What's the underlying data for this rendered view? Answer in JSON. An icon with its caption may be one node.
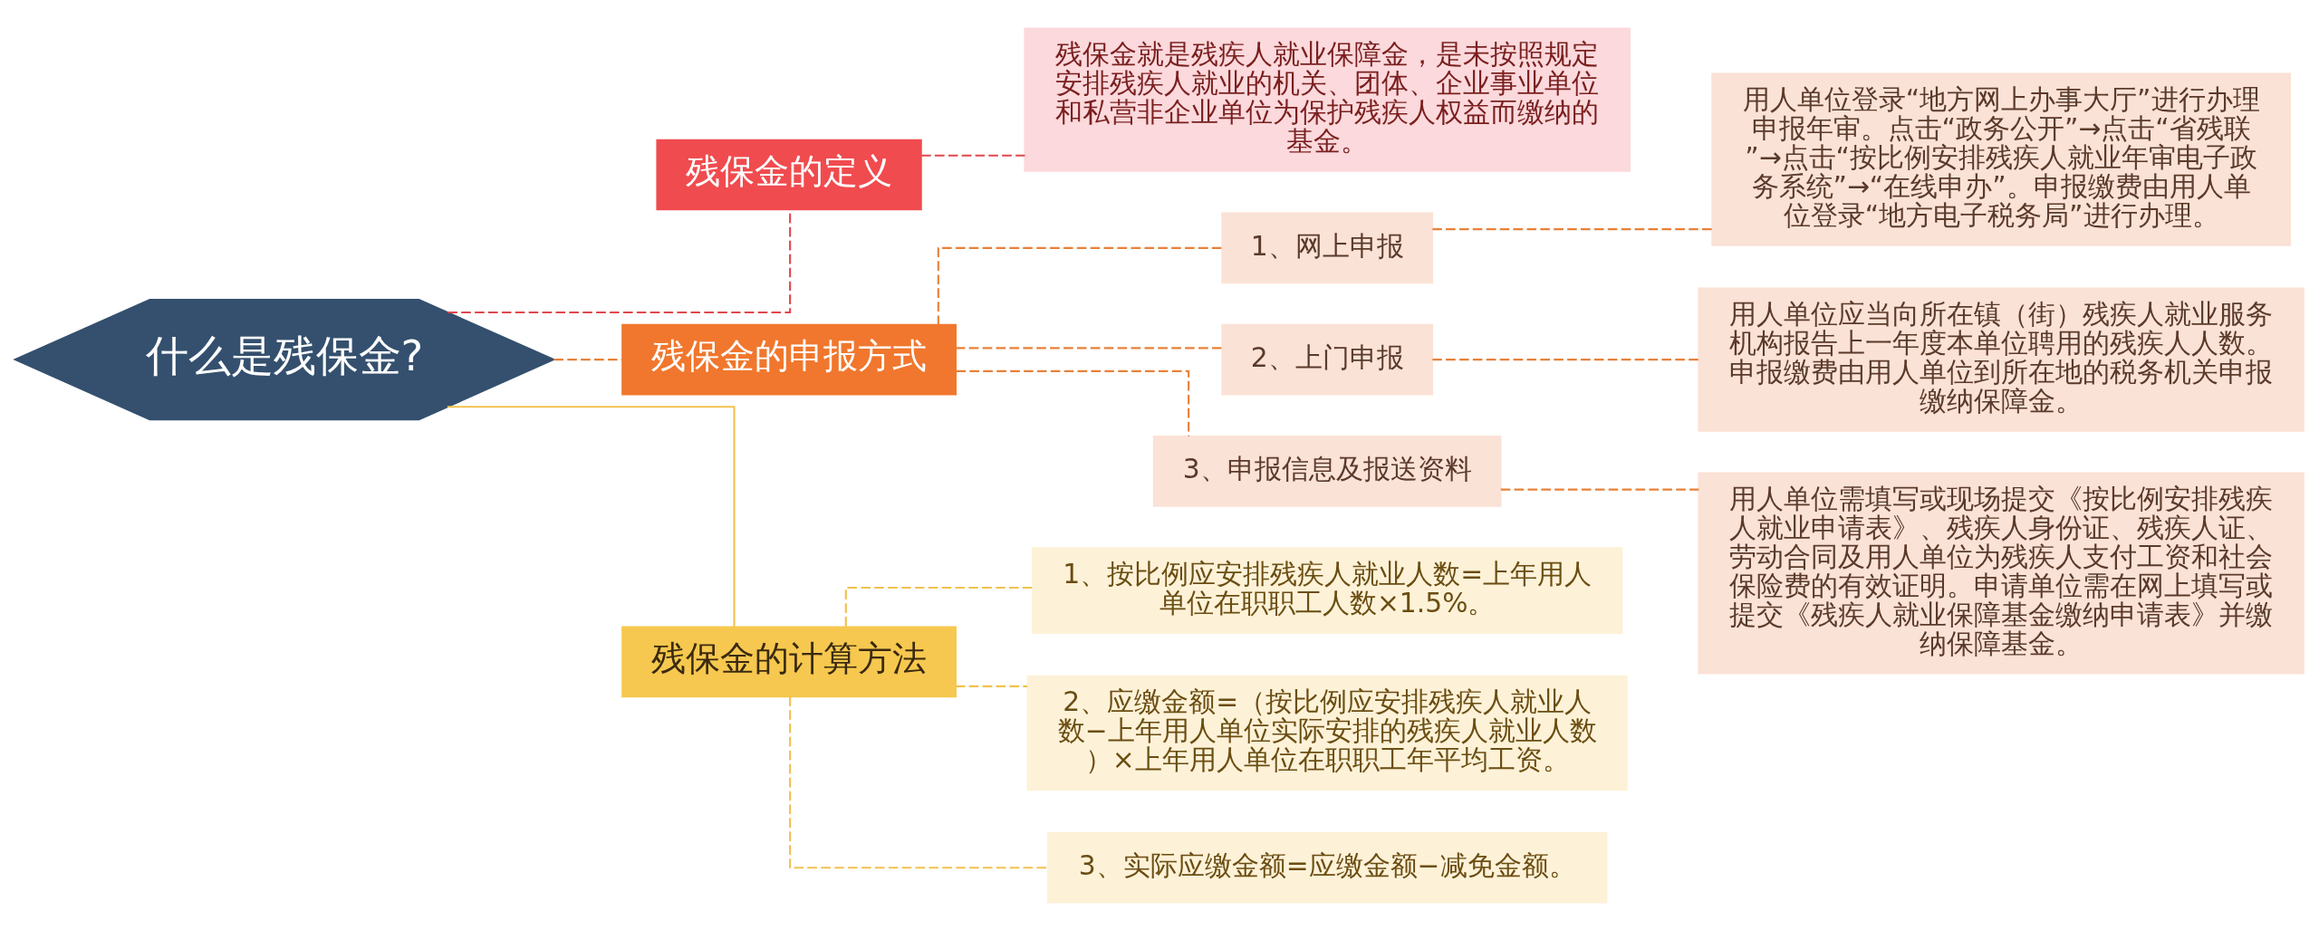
{
  "diagram": {
    "nodes": [
      {
        "text": [
          "什么是残保金?"
        ]
      },
      {
        "text": [
          "残保金的定义"
        ]
      },
      {
        "text": [
          "残保金就是残疾人就业保障金，是未按照规定安排残疾人就业的机关、团体、企业事业单位和私营非企业单位为保护残疾人权益而缴纳的基金。"
        ]
      },
      {
        "text": [
          "残保金的申报方式"
        ]
      },
      {
        "text": [
          "1、网上申报"
        ]
      },
      {
        "text": [
          "用人单位登录“地方网上办事大厅”进行办理申报年审。点击“政务公开”→点击“省残联”→点击“按比例安排残疾人就业年审电子政务系统”→“在线申办”。申报缴费由用人单位登录“地方电子税务局”进行办理。"
        ]
      },
      {
        "text": [
          "2、上门申报"
        ]
      },
      {
        "text": [
          "用人单位应当向所在镇（街）残疾人就业服务机构报告上一年度本单位聘用的残疾人人数。申报缴费由用人单位到所在地的税务机关申报缴纳保障金。"
        ]
      },
      {
        "text": [
          "3、申报信息及报送资料"
        ]
      },
      {
        "text": [
          "用人单位需填写或现场提交《按比例安排残疾人就业申请表》、残疾人身份证、残疾人证、劳动合同及用人单位为残疾人支付工资和社会保险费的有效证明。申请单位需在网上填写或提交《残疾人就业保障基金缴纳申请表》并缴纳保障基金。"
        ]
      },
      {
        "text": [
          "残保金的计算方法"
        ]
      },
      {
        "text": [
          "1、按比例应安排残疾人就业人数=上年用人单位在职职工人数×1.5%。"
        ]
      },
      {
        "text": [
          "2、应缴金额=（按比例应安排残疾人就业人数−上年用人单位实际安排的残疾人就业人数）×上年用人单位在职职工年平均工资。"
        ]
      },
      {
        "text": [
          "3、实际应缴金额=应缴金额−减免金额。"
        ]
      }
    ],
    "edges": [
      {
        "from": 0,
        "to": 1,
        "arrow": "none",
        "style": "dashed",
        "color": "#e0474c"
      },
      {
        "from": 1,
        "to": 2,
        "arrow": "none",
        "style": "dashed",
        "color": "#e0474c"
      },
      {
        "from": 0,
        "to": 3,
        "arrow": "none",
        "style": "dashed"
      },
      {
        "from": 3,
        "to": 4,
        "arrow": "none",
        "style": "dashed"
      },
      {
        "from": 4,
        "to": 5,
        "arrow": "none",
        "style": "dashed"
      },
      {
        "from": 3,
        "to": 6,
        "arrow": "none",
        "style": "dashed"
      },
      {
        "from": 6,
        "to": 7,
        "arrow": "none",
        "style": "dashed"
      },
      {
        "from": 3,
        "to": 8,
        "arrow": "none",
        "style": "dashed"
      },
      {
        "from": 8,
        "to": 9,
        "arrow": "none",
        "style": "dashed"
      },
      {
        "from": 0,
        "to": 10,
        "arrow": "none",
        "color": "#f2c14e"
      },
      {
        "from": 10,
        "to": 11,
        "arrow": "none",
        "style": "dashed",
        "color": "#f2c14e"
      },
      {
        "from": 10,
        "to": 12,
        "arrow": "none",
        "style": "dashed",
        "color": "#f2c14e"
      },
      {
        "from": 10,
        "to": 13,
        "arrow": "none",
        "style": "dashed",
        "color": "#f2c14e"
      }
    ]
  }
}
